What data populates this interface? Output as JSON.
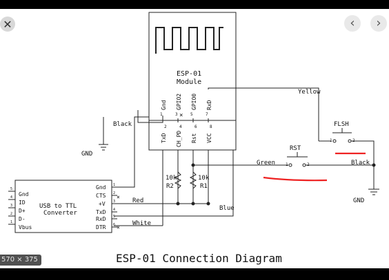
{
  "viewer": {
    "close_icon": "close-icon",
    "prev_icon": "chevron-left-icon",
    "next_icon": "chevron-right-icon",
    "size_badge": "570 × 375"
  },
  "diagram": {
    "title": "ESP-01 Connection Diagram",
    "module": {
      "name_line1": "ESP-01",
      "name_line2": "Module",
      "top_pins": [
        {
          "label": "Gnd",
          "num": "1"
        },
        {
          "label": "GPIO2",
          "num": "3"
        },
        {
          "label": "GPIO0",
          "num": "5"
        },
        {
          "label": "RxD",
          "num": "7"
        }
      ],
      "bottom_pins": [
        {
          "label": "TxD",
          "num": "2"
        },
        {
          "label": "CH_PD",
          "num": "4"
        },
        {
          "label": "Rst",
          "num": "6"
        },
        {
          "label": "VCC",
          "num": "8"
        }
      ]
    },
    "converter": {
      "name_line1": "USB to TTL",
      "name_line2": "Converter",
      "left_pins": [
        {
          "label": "Gnd",
          "num": "5"
        },
        {
          "label": "ID",
          "num": "4"
        },
        {
          "label": "D+",
          "num": "3"
        },
        {
          "label": "D-",
          "num": "2"
        },
        {
          "label": "Vbus",
          "num": "1"
        }
      ],
      "right_pins": [
        {
          "label": "Gnd",
          "num": "1"
        },
        {
          "label": "CTS",
          "num": "2"
        },
        {
          "label": "+V",
          "num": "3"
        },
        {
          "label": "TxD",
          "num": "4"
        },
        {
          "label": "RxD",
          "num": "5"
        },
        {
          "label": "DTR",
          "num": "6"
        }
      ]
    },
    "resistors": [
      {
        "value": "10k",
        "ref": "R2"
      },
      {
        "value": "10k",
        "ref": "R1"
      }
    ],
    "switches": {
      "flash": {
        "label": "FLSH",
        "pin1": "1",
        "pin2": "2"
      },
      "reset": {
        "label": "RST",
        "pin1": "1",
        "pin2": "2"
      }
    },
    "wires": {
      "black_top": "Black",
      "yellow": "Yellow",
      "green": "Green",
      "black_right": "Black",
      "red": "Red",
      "blue": "Blue",
      "white": "White"
    },
    "grounds": {
      "left": "GND",
      "right": "GND"
    }
  }
}
